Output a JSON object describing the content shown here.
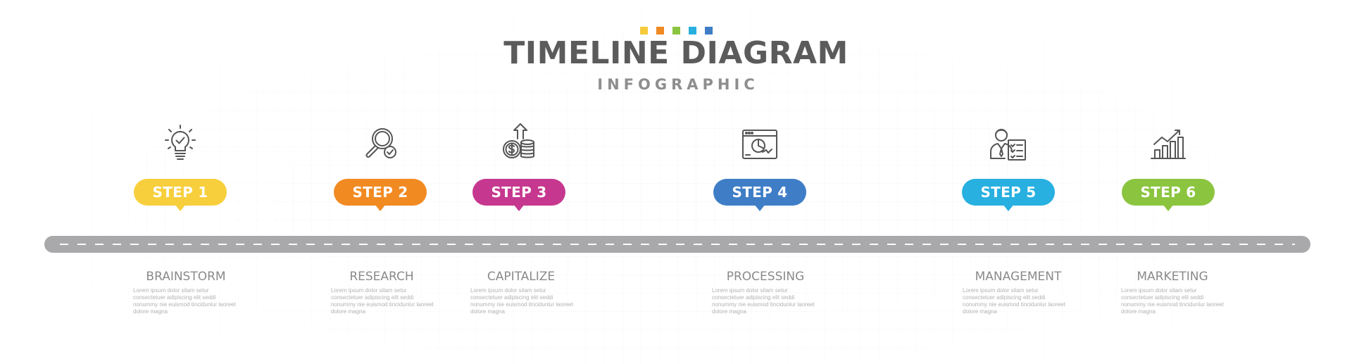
{
  "header": {
    "title": "TIMELINE DIAGRAM",
    "subtitle": "INFOGRAPHIC",
    "dot_colors": [
      "#f5cb3c",
      "#f08a24",
      "#8bc540",
      "#27b0e0",
      "#3f7ec7"
    ]
  },
  "steps": [
    {
      "label": "STEP 1",
      "title": "BRAINSTORM",
      "color": "#f7cf3c",
      "icon": "lightbulb-icon",
      "desc": "Lorem ipsum dolor sitam setur consectetuer adipiscing elit seddi nonummy nie euismod tincidunlur laoreet dolore magna"
    },
    {
      "label": "STEP 2",
      "title": "RESEARCH",
      "color": "#f28a22",
      "icon": "magnifier-check-icon",
      "desc": "Lorem ipsum dolor sitam setur consectetuer adipiscing elit seddi nonummy nie euismod tincidunlur laoreet dolore magna"
    },
    {
      "label": "STEP 3",
      "title": "CAPITALIZE",
      "color": "#c6388f",
      "icon": "coins-growth-icon",
      "desc": "Lorem ipsum dolor sitam setur consectetuer adipiscing elit seddi nonummy nie euismod tincidunlur laoreet dolore magna"
    },
    {
      "label": "STEP 4",
      "title": "PROCESSING",
      "color": "#3f7ec7",
      "icon": "browser-chart-icon",
      "desc": "Lorem ipsum dolor sitam setur consectetuer adipiscing elit seddi nonummy nie euismod tincidunlur laoreet dolore magna"
    },
    {
      "label": "STEP 5",
      "title": "MANAGEMENT",
      "color": "#27b0e0",
      "icon": "manager-checklist-icon",
      "desc": "Lorem ipsum dolor sitam setur consectetuer adipiscing elit seddi nonummy nie euismod tincidunlur laoreet dolore magna"
    },
    {
      "label": "STEP 6",
      "title": "MARKETING",
      "color": "#8bc540",
      "icon": "growth-chart-icon",
      "desc": "Lorem ipsum dolor sitam setur consectetuer adipiscing elit seddi nonummy nie euismod tincidunlur laoreet dolore magna"
    }
  ]
}
